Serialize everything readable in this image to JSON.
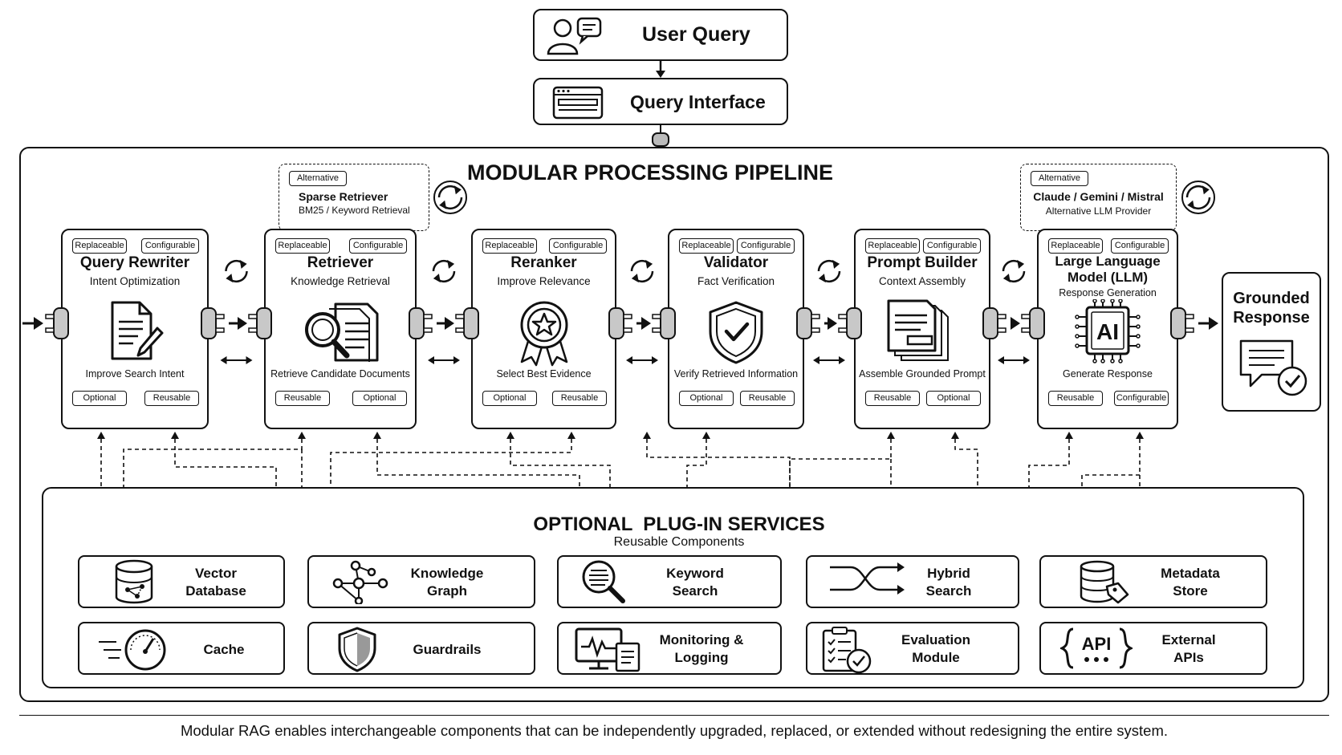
{
  "top": {
    "user_query": "User Query",
    "query_interface": "Query Interface"
  },
  "pipeline": {
    "title": "MODULAR PROCESSING PIPELINE",
    "modules": [
      {
        "title": "Query Rewriter",
        "subtitle": "Intent Optimization",
        "desc": "Improve Search Intent",
        "top_tags": [
          "Replaceable",
          "Configurable"
        ],
        "bottom_tags": [
          "Optional",
          "Reusable"
        ],
        "icon": "document-edit-icon"
      },
      {
        "title": "Retriever",
        "subtitle": "Knowledge Retrieval",
        "desc": "Retrieve Candidate Documents",
        "top_tags": [
          "Replaceable",
          "Configurable"
        ],
        "bottom_tags": [
          "Reusable",
          "Optional"
        ],
        "icon": "magnifier-documents-icon"
      },
      {
        "title": "Reranker",
        "subtitle": "Improve Relevance",
        "desc": "Select Best Evidence",
        "top_tags": [
          "Replaceable",
          "Configurable"
        ],
        "bottom_tags": [
          "Optional",
          "Reusable"
        ],
        "icon": "award-ribbon-icon"
      },
      {
        "title": "Validator",
        "subtitle": "Fact Verification",
        "desc": "Verify Retrieved Information",
        "top_tags": [
          "Replaceable",
          "Configurable"
        ],
        "bottom_tags": [
          "Optional",
          "Reusable"
        ],
        "icon": "shield-check-icon"
      },
      {
        "title": "Prompt Builder",
        "subtitle": "Context Assembly",
        "desc": "Assemble Grounded Prompt",
        "top_tags": [
          "Replaceable",
          "Configurable"
        ],
        "bottom_tags": [
          "Reusable",
          "Optional"
        ],
        "icon": "stacked-documents-icon"
      },
      {
        "title": "Large Language Model (LLM)",
        "title_l1": "Large Language",
        "title_l2": "Model (LLM)",
        "subtitle": "Response Generation",
        "desc": "Generate Response",
        "top_tags": [
          "Replaceable",
          "Configurable"
        ],
        "bottom_tags": [
          "Reusable",
          "Configurable"
        ],
        "icon": "ai-chip-icon",
        "chip_text": "AI"
      }
    ],
    "alternatives": [
      {
        "tag": "Alternative",
        "title": "Sparse Retriever",
        "subtitle": "BM25 / Keyword Retrieval"
      },
      {
        "tag": "Alternative",
        "title": "Claude / Gemini / Mistral",
        "subtitle": "Alternative LLM Provider"
      }
    ],
    "output": {
      "line1": "Grounded",
      "line2": "Response"
    }
  },
  "services": {
    "title": "OPTIONAL  PLUG-IN SERVICES",
    "subtitle": "Reusable Components",
    "items": [
      {
        "l1": "Vector",
        "l2": "Database",
        "icon": "database-icon"
      },
      {
        "l1": "Knowledge",
        "l2": "Graph",
        "icon": "graph-nodes-icon"
      },
      {
        "l1": "Keyword",
        "l2": "Search",
        "icon": "search-document-icon"
      },
      {
        "l1": "Hybrid",
        "l2": "Search",
        "icon": "shuffle-arrows-icon"
      },
      {
        "l1": "Metadata",
        "l2": "Store",
        "icon": "database-tag-icon"
      },
      {
        "l1": "Cache",
        "l2": "",
        "icon": "speedometer-icon"
      },
      {
        "l1": "Guardrails",
        "l2": "",
        "icon": "shield-icon"
      },
      {
        "l1": "Monitoring &",
        "l2": "Logging",
        "icon": "monitor-chart-icon"
      },
      {
        "l1": "Evaluation",
        "l2": "Module",
        "icon": "checklist-icon"
      },
      {
        "l1": "External",
        "l2": "APIs",
        "icon": "api-braces-icon",
        "icon_text": "API"
      }
    ]
  },
  "footer": "Modular RAG enables interchangeable components that can be independently upgraded, replaced, or extended without redesigning the entire system."
}
